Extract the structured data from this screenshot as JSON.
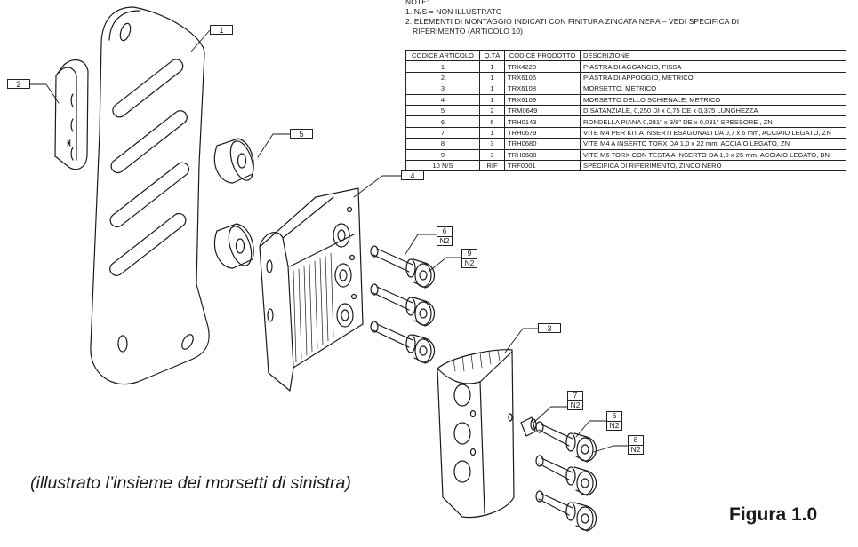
{
  "notes": {
    "title": "NOTE:",
    "lines": [
      "1. N/S = NON ILLUSTRATO",
      "2. ELEMENTI DI MONTAGGIO INDICATI CON FINITURA ZINCATA NERA – VEDI SPECIFICA DI",
      "RIFERIMENTO (ARTICOLO 10)"
    ]
  },
  "bom": {
    "headers": [
      "CODICE ARTICOLO",
      "Q.TÀ",
      "CODICE PRODOTTO",
      "DESCRIZIONE"
    ],
    "rows": [
      [
        "1",
        "1",
        "TRX4228",
        "PIASTRA DI AGGANCIO, FISSA"
      ],
      [
        "2",
        "1",
        "TRX6106",
        "PIASTRA DI APPOGGIO, METRICO"
      ],
      [
        "3",
        "1",
        "TRX6108",
        "MORSETTO, METRICO"
      ],
      [
        "4",
        "1",
        "TRX6109",
        "MORSETTO DELLO SCHIENALE, METRICO"
      ],
      [
        "5",
        "2",
        "TRM0649",
        "DISATANZIALE, 0,250 DI x 0,75 DE x 0,375 LUNGHEZZA"
      ],
      [
        "6",
        "6",
        "TRH0143",
        "RONDELLA PIANA 0,281\" x 3/8\" DE x 0,031\" SPESSORE , ZN"
      ],
      [
        "7",
        "1",
        "TRH0679",
        "VITE M4 PER KIT A INSERTI ESAGONALI DA 0,7 x 6 mm, ACCIAIO LEGATO, ZN"
      ],
      [
        "8",
        "3",
        "TRH0680",
        "VITE M4 A INSERTO TORX DA 1,0 x 22 mm, ACCIAIO LEGATO, ZN"
      ],
      [
        "9",
        "3",
        "TRH0688",
        "VITE M6 TORX CON TESTA A INSERTO DA 1,0 x 25 mm, ACCIAIO LEGATO, BN"
      ],
      [
        "10 N/S",
        "RIF",
        "TRF0001",
        "SPECIFICA DI RIFERIMENTO, ZINCO NERO"
      ]
    ]
  },
  "callouts": {
    "c1": "1",
    "c2": "2",
    "c3": "3",
    "c4": "4",
    "c5": "5",
    "c6a": "6",
    "c6b": "6",
    "c7": "7",
    "c8": "8",
    "c9": "9",
    "note_tag": "N2"
  },
  "caption": "(illustrato l’insieme dei morsetti di sinistra)",
  "figure_label": "Figura 1.0"
}
